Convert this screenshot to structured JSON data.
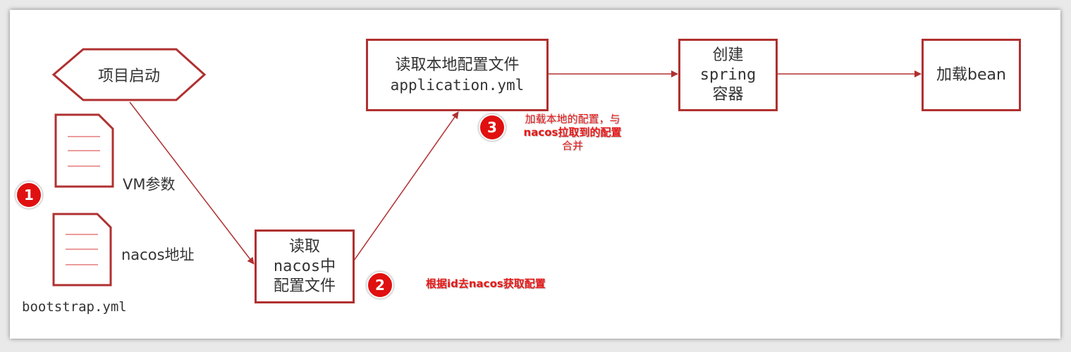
{
  "nodes": {
    "start": "项目启动",
    "vm_params": "VM参数",
    "nacos_address": "nacos地址",
    "bootstrap_file": "bootstrap.yml",
    "read_nacos": [
      "读取",
      "nacos中",
      "配置文件"
    ],
    "read_local": [
      "读取本地配置文件",
      "application.yml"
    ],
    "create_spring": [
      "创建",
      "spring",
      "容器"
    ],
    "load_bean": "加载bean"
  },
  "steps": [
    {
      "number": "1"
    },
    {
      "number": "2",
      "note": "根据id去nacos获取配置"
    },
    {
      "number": "3",
      "note_lines": [
        "加载本地的配置，与",
        "nacos拉取到的配置",
        "合并"
      ]
    }
  ],
  "colors": {
    "accent": "#b03030",
    "note_red": "#e81818",
    "badge_red": "#e01010",
    "doc_line": "#e06060"
  }
}
